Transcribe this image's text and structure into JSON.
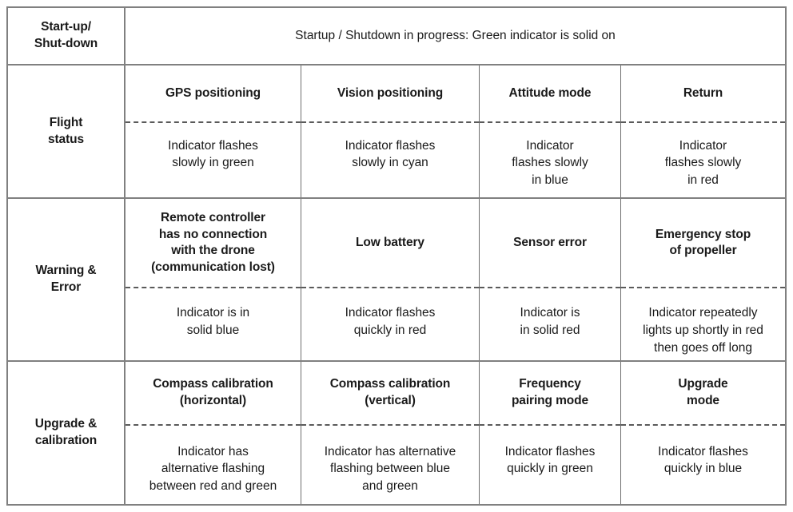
{
  "table": {
    "rows": [
      {
        "category": "Start-up/\nShut-down",
        "category_name": "startup-shutdown",
        "layout": "banner",
        "banner": "Startup / Shutdown in progress: Green indicator is solid on"
      },
      {
        "category": "Flight\nstatus",
        "category_name": "flight-status",
        "layout": "split",
        "cells": [
          {
            "title": "GPS positioning",
            "description": "Indicator flashes\nslowly in green"
          },
          {
            "title": "Vision positioning",
            "description": "Indicator flashes\nslowly in cyan"
          },
          {
            "title": "Attitude mode",
            "description": "Indicator\nflashes slowly\nin blue"
          },
          {
            "title": "Return",
            "description": "Indicator\nflashes slowly\nin red"
          }
        ]
      },
      {
        "category": "Warning &\nError",
        "category_name": "warning-error",
        "layout": "split",
        "cells": [
          {
            "title": "Remote controller\nhas no connection\nwith the drone\n(communication lost)",
            "description": "Indicator is in\nsolid blue"
          },
          {
            "title": "Low battery",
            "description": "Indicator flashes\nquickly in red"
          },
          {
            "title": "Sensor error",
            "description": "Indicator is\nin solid red"
          },
          {
            "title": "Emergency stop\nof propeller",
            "description": "Indicator repeatedly\nlights up shortly in red\nthen goes off long"
          }
        ]
      },
      {
        "category": "Upgrade &\ncalibration",
        "category_name": "upgrade-calibration",
        "layout": "split",
        "cells": [
          {
            "title": "Compass calibration\n(horizontal)",
            "description": "Indicator has\nalternative flashing\nbetween red and green"
          },
          {
            "title": "Compass calibration\n(vertical)",
            "description": "Indicator has alternative\nflashing between blue\nand green"
          },
          {
            "title": "Frequency\npairing mode",
            "description": "Indicator flashes\nquickly in green"
          },
          {
            "title": "Upgrade\nmode",
            "description": "Indicator flashes\nquickly in blue"
          }
        ]
      }
    ]
  },
  "colors": {
    "border_outer": "#808080",
    "border_inner": "#6e6e6e",
    "dashed_divider": "#5a5a5a",
    "text": "#1a1a1a",
    "background": "#ffffff"
  }
}
